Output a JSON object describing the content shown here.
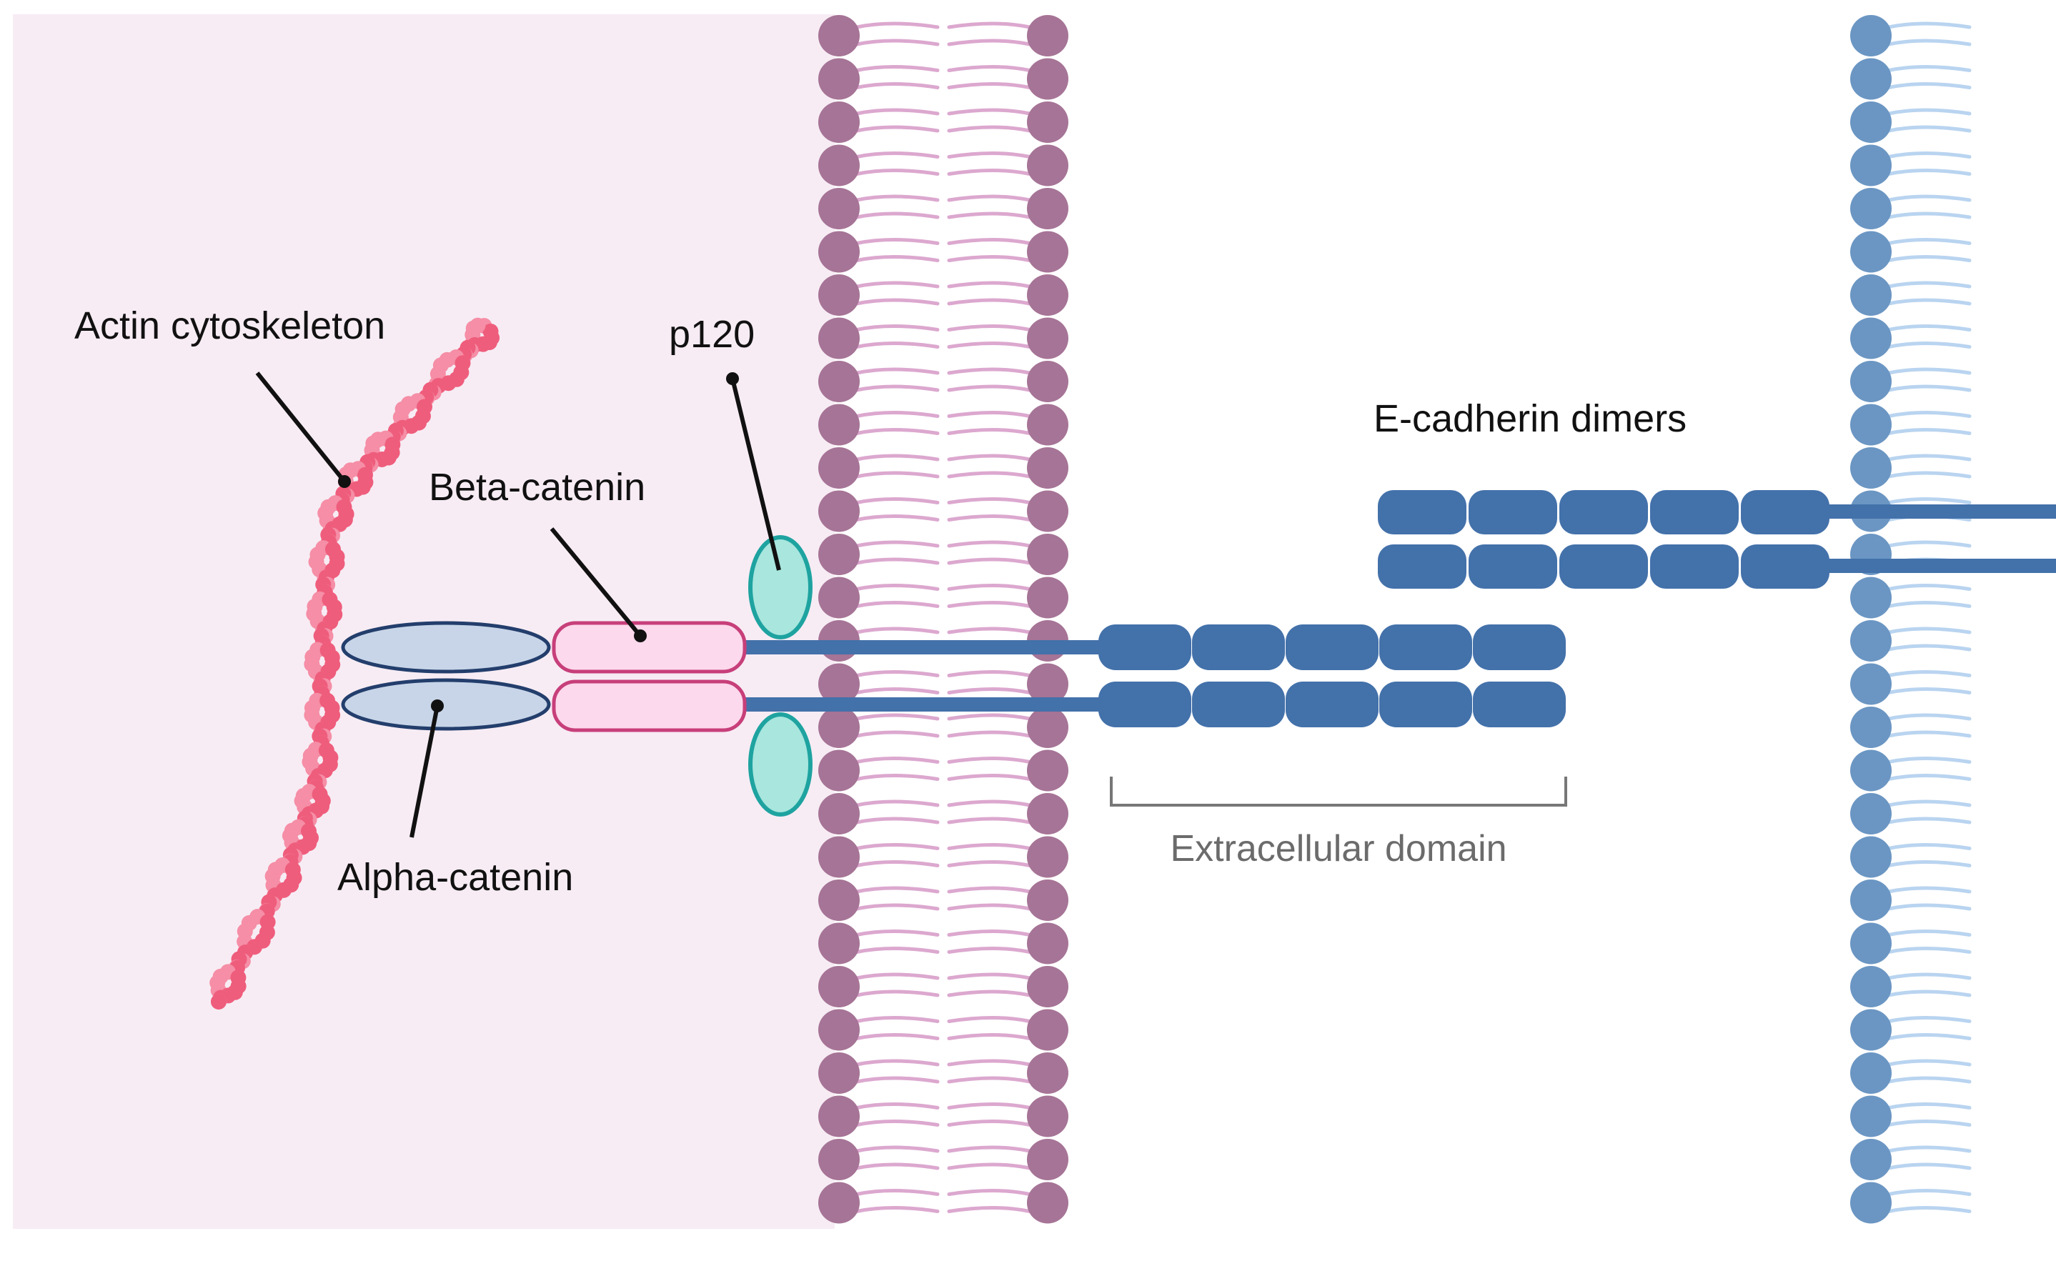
{
  "labels": {
    "actin": "Actin cytoskeleton",
    "p120": "p120",
    "beta": "Beta-catenin",
    "alpha": "Alpha-catenin",
    "ecad": "E-cadherin dimers",
    "extracellular": "Extracellular domain"
  },
  "colors": {
    "cytoplasm": "#f7ecf4",
    "membrane_head_left": "#a67496",
    "membrane_tail_left": "#dca8cf",
    "membrane_head_right": "#6b96c3",
    "membrane_tail_right": "#b9d4f0",
    "cadherin": "#4371aa",
    "p120": "#a8e6de",
    "p120_stroke": "#1ea3a0",
    "beta": "#fcd9ec",
    "beta_stroke": "#c73f7a",
    "alpha": "#c8d5e8",
    "alpha_stroke": "#233e6c",
    "actin": "#ef5d7c",
    "actin_light": "#f58ea6",
    "label_text": "#111111",
    "label_grey": "#6b6b6b",
    "pointer": "#111111"
  },
  "icons": {
    "membrane": "lipid-bilayer-icon",
    "actin": "actin-filament-icon"
  }
}
